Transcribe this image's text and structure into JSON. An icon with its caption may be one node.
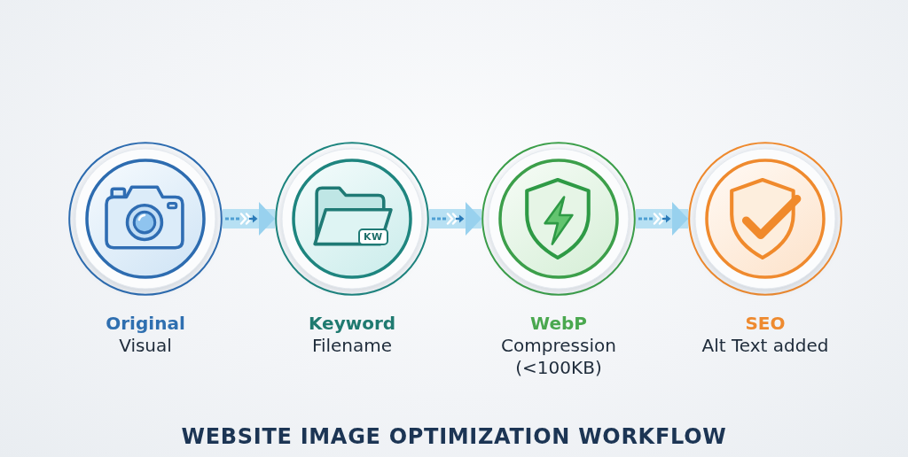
{
  "diagram": {
    "title": "WEBSITE IMAGE OPTIMIZATION WORKFLOW",
    "nodes": [
      {
        "text": [
          "Original",
          "Visual"
        ]
      },
      {
        "text": [
          "KW",
          "Keyword",
          "Filename"
        ]
      },
      {
        "text": [
          "WebP",
          "Compression (<100KB)"
        ]
      },
      {
        "text": [
          "SEO",
          "Alt Text added"
        ]
      }
    ],
    "edges": [
      {
        "from": 0,
        "to": 1,
        "arrow": "to"
      },
      {
        "from": 1,
        "to": 2,
        "arrow": "to"
      },
      {
        "from": 2,
        "to": 3,
        "arrow": "to"
      }
    ]
  }
}
